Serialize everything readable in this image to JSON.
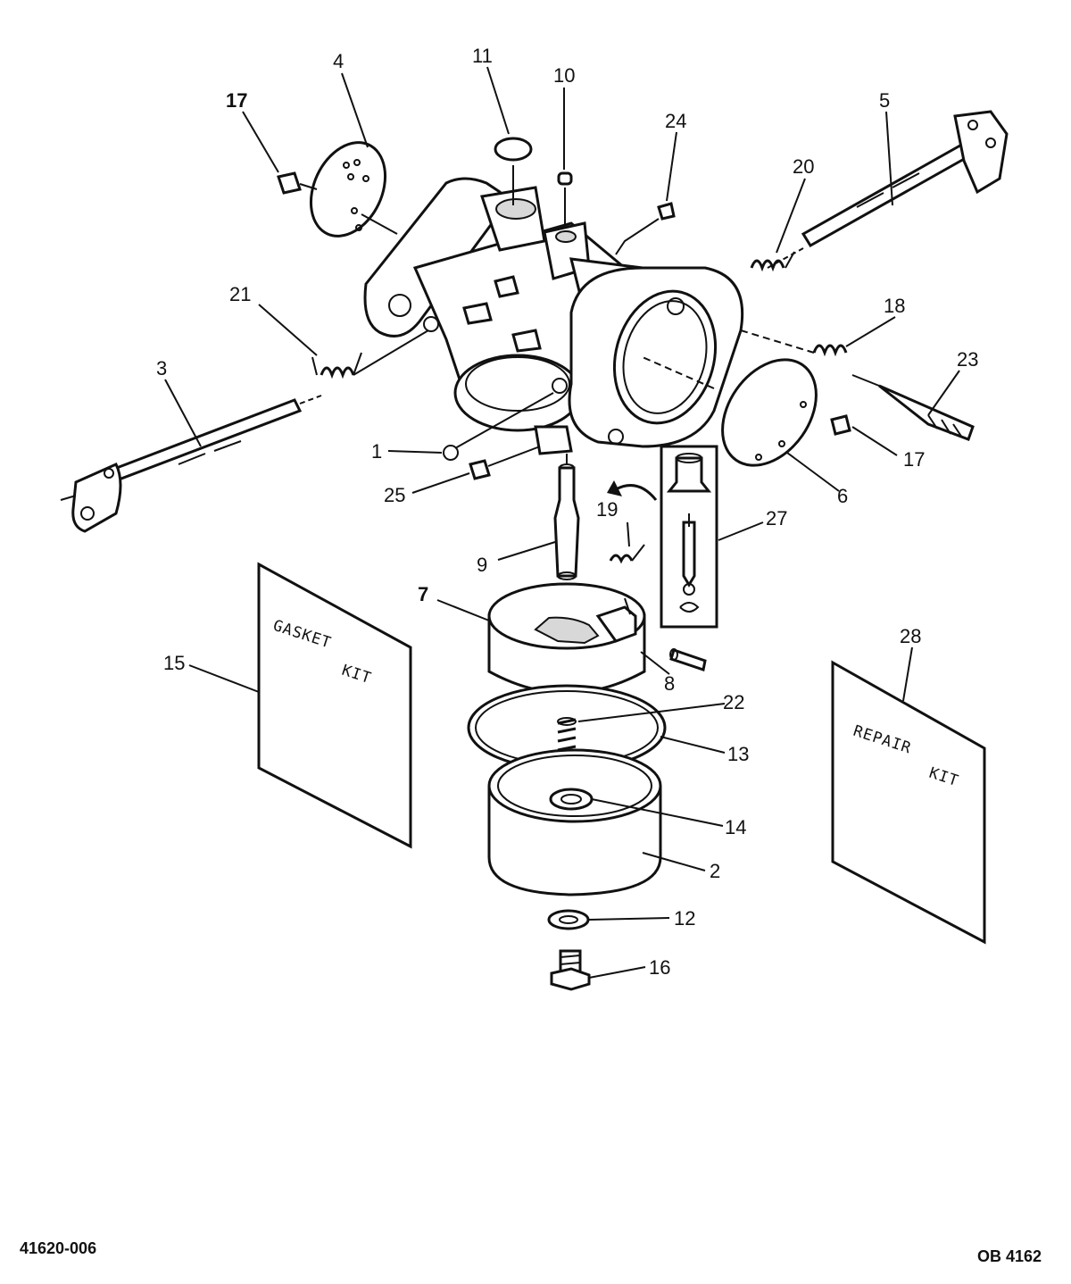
{
  "callouts": {
    "c1": "1",
    "c2": "2",
    "c3": "3",
    "c4": "4",
    "c5": "5",
    "c6": "6",
    "c7": "7",
    "c8": "8",
    "c9": "9",
    "c10": "10",
    "c11": "11",
    "c12": "12",
    "c13": "13",
    "c14": "14",
    "c15": "15",
    "c16": "16",
    "c17a": "17",
    "c17b": "17",
    "c18": "18",
    "c19": "19",
    "c20": "20",
    "c21": "21",
    "c22": "22",
    "c23": "23",
    "c24": "24",
    "c25": "25",
    "c27": "27",
    "c28": "28"
  },
  "kits": {
    "gasket_line1": "GASKET",
    "gasket_line2": "KIT",
    "repair_line1": "REPAIR",
    "repair_line2": "KIT"
  },
  "footer": {
    "left_code": "41620-006",
    "right_code": "OB 4162"
  }
}
